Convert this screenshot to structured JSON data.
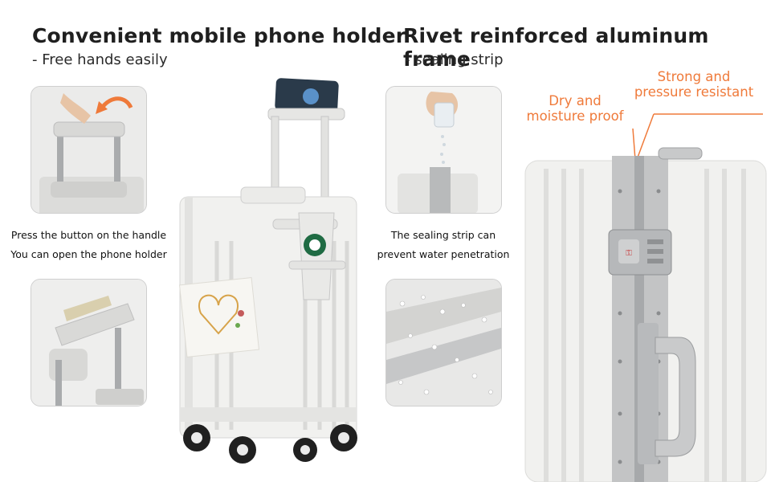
{
  "left": {
    "title": "Convenient mobile phone holder",
    "subtitle": "- Free hands easily",
    "caption_line1": "Press the button on the handle",
    "caption_line2": "You can open the phone holder"
  },
  "right": {
    "title": "Rivet reinforced aluminum frame",
    "subtitle": "- sealing strip",
    "caption_line1": "The sealing strip can",
    "caption_line2": "prevent water penetration"
  },
  "callouts": {
    "dry_line1": "Dry and",
    "dry_line2": "moisture proof",
    "strong_line1": "Strong and",
    "strong_line2": "pressure resistant"
  },
  "colors": {
    "accent": "#ef7a3a",
    "title": "#1f1f1f",
    "suitcase": "#f1f1ef",
    "aluminum": "#b9babb"
  },
  "icons": [
    "suitcase-image",
    "phone-holder-image",
    "cup-holder-image",
    "water-drops-image",
    "lock-image"
  ]
}
